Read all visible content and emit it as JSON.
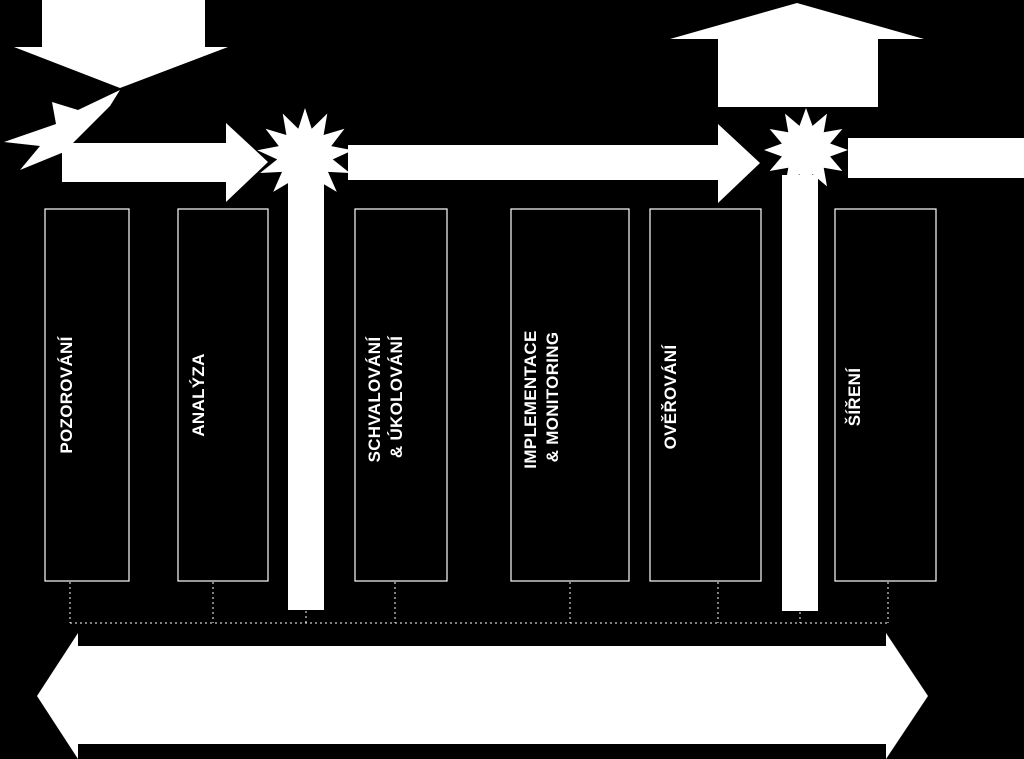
{
  "stages": [
    {
      "id": "pozorovani",
      "lines": [
        "POZOROVÁNÍ"
      ]
    },
    {
      "id": "analyza",
      "lines": [
        "ANALÝZA"
      ]
    },
    {
      "id": "schvalovani",
      "lines": [
        "SCHVALOVÁNÍ",
        "& ÚKOLOVÁNÍ"
      ]
    },
    {
      "id": "implementace",
      "lines": [
        "IMPLEMENTACE",
        "& MONITORING"
      ]
    },
    {
      "id": "overovani",
      "lines": [
        "OVĚŘOVÁNÍ"
      ]
    },
    {
      "id": "sireni",
      "lines": [
        "ŠÍŘENÍ"
      ]
    }
  ]
}
